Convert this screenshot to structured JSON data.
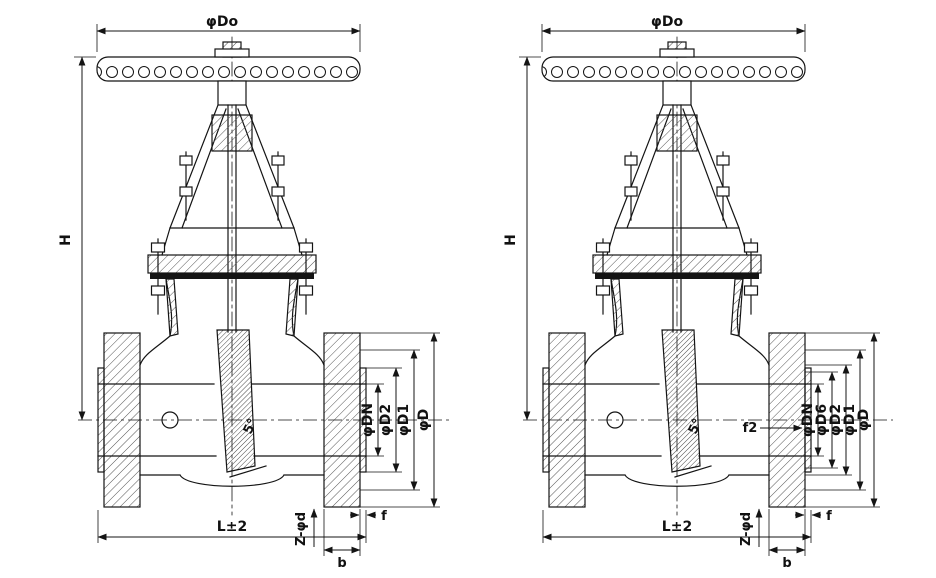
{
  "drawing": {
    "left": {
      "do": "φDo",
      "h": "H",
      "dn": "φDN",
      "d2": "φD2",
      "d1": "φD1",
      "d": "φD",
      "angle": "5°",
      "z": "Z-φd",
      "b": "b",
      "f": "f",
      "l": "L±2"
    },
    "right": {
      "do": "φDo",
      "h": "H",
      "dn": "φDN",
      "d6": "φD6",
      "d2": "φD2",
      "d1": "φD1",
      "d": "φD",
      "angle": "5°",
      "f2": "f2",
      "z": "Z-φd",
      "b": "b",
      "f": "f",
      "l": "L±2"
    }
  }
}
